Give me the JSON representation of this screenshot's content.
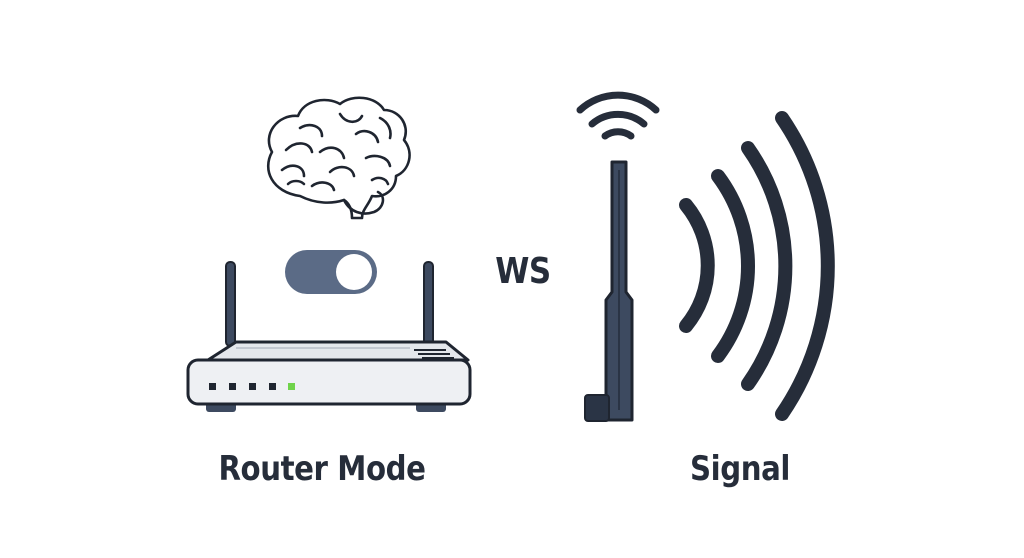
{
  "left_panel": {
    "icons": {
      "brain": "brain-icon",
      "toggle": "toggle-switch-icon",
      "router": "router-icon"
    },
    "toggle_state": "on",
    "caption": "Router Mode"
  },
  "vs_label": "WS",
  "right_panel": {
    "icons": {
      "antenna": "antenna-icon",
      "wifi": "wifi-icon",
      "signal_waves": "signal-waves-icon"
    },
    "caption": "Signal"
  },
  "colors": {
    "ink": "#262d3a",
    "toggle_track": "#5b6b86",
    "router_body": "#eef0f3",
    "status_led": "#6fd34a",
    "background": "#ffffff"
  }
}
